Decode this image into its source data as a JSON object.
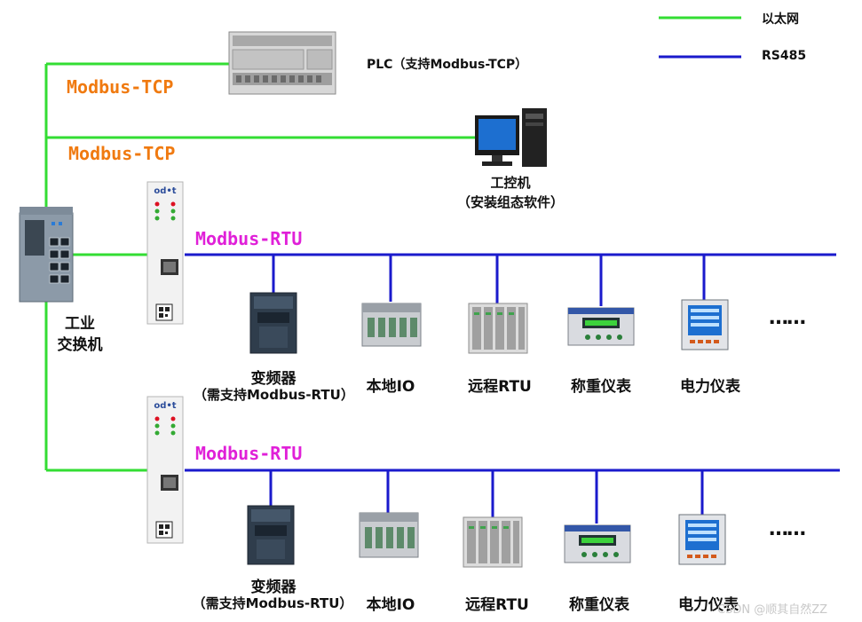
{
  "legend": {
    "ethernet_label": "以太网",
    "rs485_label": "RS485",
    "ethernet_color": "#33dd33",
    "rs485_color": "#1a1acc"
  },
  "plc": {
    "label": "PLC（支持Modbus-TCP）",
    "icon": "plc-icon"
  },
  "ipc": {
    "label_line1": "工控机",
    "label_line2": "（安装组态软件）",
    "icon": "computer-icon"
  },
  "switch": {
    "label_line1": "工业",
    "label_line2": "交换机",
    "icon": "switch-icon"
  },
  "links": {
    "tcp_label_1": "Modbus-TCP",
    "tcp_label_2": "Modbus-TCP",
    "rtu_label_1": "Modbus-RTU",
    "rtu_label_2": "Modbus-RTU"
  },
  "gateway": {
    "brand": "od•t",
    "icon": "gateway-icon"
  },
  "bus1": {
    "devices": [
      {
        "label": "变频器",
        "sublabel": "（需支持Modbus-RTU）",
        "icon": "inverter-icon"
      },
      {
        "label": "本地IO",
        "icon": "io-module-icon"
      },
      {
        "label": "远程RTU",
        "icon": "rtu-icon"
      },
      {
        "label": "称重仪表",
        "icon": "weighing-meter-icon"
      },
      {
        "label": "电力仪表",
        "icon": "power-meter-icon"
      }
    ],
    "more": "……"
  },
  "bus2": {
    "devices": [
      {
        "label": "变频器",
        "sublabel": "（需支持Modbus-RTU）",
        "icon": "inverter-icon"
      },
      {
        "label": "本地IO",
        "icon": "io-module-icon"
      },
      {
        "label": "远程RTU",
        "icon": "rtu-icon"
      },
      {
        "label": "称重仪表",
        "icon": "weighing-meter-icon"
      },
      {
        "label": "电力仪表",
        "icon": "power-meter-icon"
      }
    ],
    "more": "……"
  },
  "watermark": "CSDN @顺其自然ZZ"
}
